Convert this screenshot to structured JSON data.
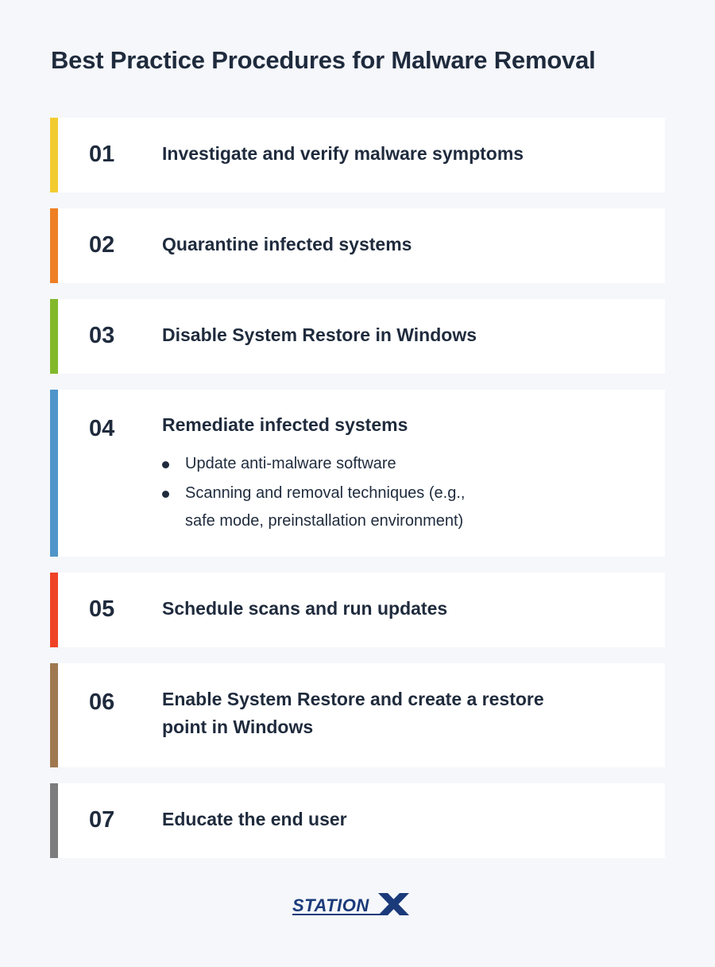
{
  "title": "Best Practice Procedures for Malware Removal",
  "steps": [
    {
      "num": "01",
      "text": "Investigate and verify malware symptoms",
      "color": "#f2cc2f"
    },
    {
      "num": "02",
      "text": "Quarantine infected systems",
      "color": "#ee7f24"
    },
    {
      "num": "03",
      "text": "Disable System Restore in Windows",
      "color": "#82b92b"
    },
    {
      "num": "04",
      "text": "Remediate infected systems",
      "color": "#4f95c9",
      "bullets": [
        "Update anti-malware software",
        "Scanning and removal techniques (e.g.,",
        "safe mode, preinstallation environment)"
      ]
    },
    {
      "num": "05",
      "text": "Schedule scans and run updates",
      "color": "#ef4327"
    },
    {
      "num": "06",
      "text_line1": "Enable System Restore and create a restore",
      "text_line2": "point in Windows",
      "color": "#a07850"
    },
    {
      "num": "07",
      "text": "Educate the end user",
      "color": "#7c7c7e"
    }
  ],
  "logo": {
    "text": "STATIONX",
    "icon": "stationx-logo"
  }
}
